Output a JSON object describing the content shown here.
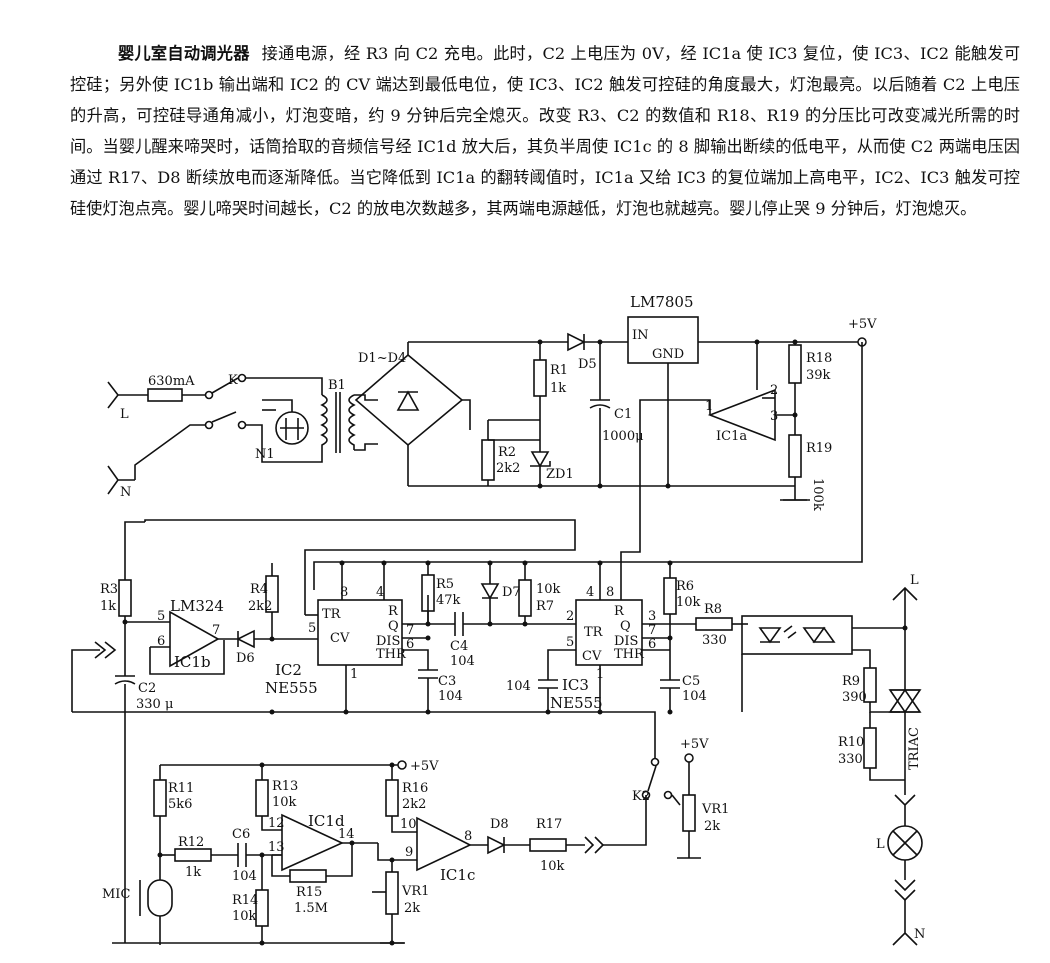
{
  "description": {
    "title": "婴儿室自动调光器",
    "body": "接通电源，经 R3 向 C2 充电。此时，C2 上电压为 0V，经 IC1a 使 IC3 复位，使 IC3、IC2 能触发可控硅；另外使 IC1b 输出端和 IC2 的 CV 端达到最低电位，使 IC3、IC2 触发可控硅的角度最大，灯泡最亮。以后随着 C2 上电压的升高，可控硅导通角减小，灯泡变暗，约 9 分钟后完全熄灭。改变 R3、C2 的数值和 R18、R19 的分压比可改变减光所需的时间。当婴儿醒来啼哭时，话筒拾取的音频信号经 IC1d 放大后，其负半周使 IC1c 的 8 脚输出断续的低电平，从而使 C2 两端电压因通过 R17、D8 断续放电而逐渐降低。当它降低到 IC1a 的翻转阈值时，IC1a 又给 IC3 的复位端加上高电平，IC2、IC3 触发可控硅使灯泡点亮。婴儿啼哭时间越长，C2 的放电次数越多，其两端电源越低，灯泡也就越亮。婴儿停止哭 9 分钟后，灯泡熄灭。"
  },
  "labels": {
    "lm7805": "LM7805",
    "in": "IN",
    "gnd": "GND",
    "plus5v": "+5V",
    "fuse": "630mA",
    "k": "K",
    "b1": "B1",
    "l": "L",
    "n": "N",
    "n1": "N1",
    "d1d4": "D1~D4",
    "d5": "D5",
    "r1": "R1",
    "r1v": "1k",
    "r2": "R2",
    "r2v": "2k2",
    "zd1": "ZD1",
    "c1": "C1",
    "c1v": "1000μ",
    "r18": "R18",
    "r18v": "39k",
    "r19": "R19",
    "r19v": "100k",
    "ic1a": "IC1a",
    "p2": "2",
    "p3": "3",
    "p1": "1",
    "r3": "R3",
    "r3v": "1k",
    "lm324": "LM324",
    "ic1b": "IC1b",
    "p5": "5",
    "p6": "6",
    "p7": "7",
    "d6": "D6",
    "c2": "C2",
    "c2v": "330 μ",
    "r4": "R4",
    "r4v": "2k2",
    "tr": "TR",
    "cv": "CV",
    "q": "Q",
    "r": "R",
    "dis": "DIS",
    "thr": "THR",
    "p8": "8",
    "p4": "4",
    "p6b": "6",
    "p7b": "7",
    "p1b": "1",
    "p2b": "2",
    "ic2": "IC2",
    "ne555": "NE555",
    "r5": "R5",
    "r5v": "47k",
    "d7": "D7",
    "c4": "C4",
    "c4v": "104",
    "c3": "C3",
    "c3v": "104",
    "r7v": "10k",
    "r7": "R7",
    "ic3": "IC3",
    "ne555b": "NE555",
    "c104": "104",
    "r6": "R6",
    "r6v": "10k",
    "r8": "R8",
    "r8v": "330",
    "c5": "C5",
    "c5v": "104",
    "r9": "R9",
    "r9v": "390",
    "r10": "R10",
    "r10v": "330",
    "triac": "TRIAC",
    "r11": "R11",
    "r11v": "5k6",
    "r12": "R12",
    "r12v": "1k",
    "r13": "R13",
    "r13v": "10k",
    "c6": "C6",
    "c6v": "104",
    "ic1d": "IC1d",
    "p12": "12",
    "p13": "13",
    "p14": "14",
    "r14": "R14",
    "r14v": "10k",
    "r15": "R15",
    "r15v": "1.5M",
    "mic": "MIC",
    "r16": "R16",
    "r16v": "2k2",
    "ic1c": "IC1c",
    "p10": "10",
    "p9": "9",
    "p8c": "8",
    "vr1": "VR1",
    "vr1v": "2k",
    "d8": "D8",
    "r17": "R17",
    "r17v": "10k",
    "k2": "K2",
    "plus5v2": "+5V",
    "vr1b": "VR1",
    "vr1bv": "2k",
    "plus5v3": "+5V",
    "lamp": "L",
    "triac_l": "L",
    "lamp_n": "N"
  }
}
